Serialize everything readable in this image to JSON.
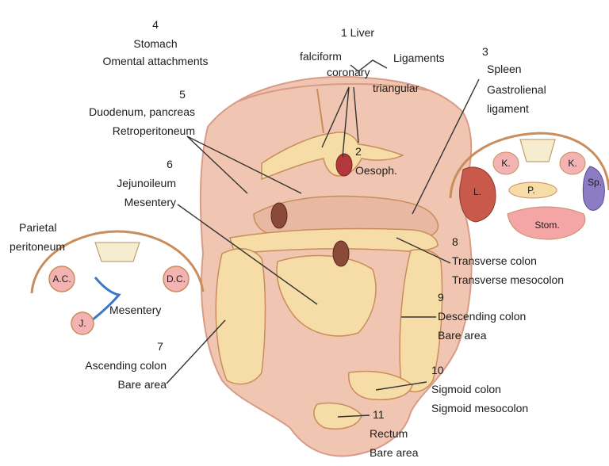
{
  "labels": {
    "n4": "4",
    "stomach": "Stomach",
    "omental": "Omental attachments",
    "liver": "1 Liver",
    "falciform": "falciform",
    "ligaments": "Ligaments",
    "coronary": "coronary",
    "triangular": "triangular",
    "n3": "3",
    "spleen": "Spleen",
    "gastrolienal": "Gastrolienal",
    "ligament": "ligament",
    "n5": "5",
    "duodenum": "Duodenum, pancreas",
    "retroperitoneum": "Retroperitoneum",
    "n2": "2",
    "oesoph": "Oesoph.",
    "n6": "6",
    "jejunoileum": "Jejunoileum",
    "mesentery_main": "Mesentery",
    "parietal": "Parietal",
    "peritoneum": "peritoneum",
    "ac": "A.C.",
    "dc": "D.C.",
    "j": "J.",
    "mesentery_inset": "Mesentery",
    "k_left": "K.",
    "k_right": "K.",
    "l": "L.",
    "p": "P.",
    "sp": "Sp.",
    "stom": "Stom.",
    "n8": "8",
    "transverse_colon": "Transverse colon",
    "transverse_mesocolon": "Transverse mesocolon",
    "n9": "9",
    "descending_colon": "Descending colon",
    "bare_area_9": "Bare area",
    "n7": "7",
    "ascending_colon": "Ascending colon",
    "bare_area_7": "Bare area",
    "n10": "10",
    "sigmoid_colon": "Sigmoid colon",
    "sigmoid_mesocolon": "Sigmoid mesocolon",
    "n11": "11",
    "rectum": "Rectum",
    "bare_area_11": "Bare area"
  },
  "colors": {
    "wall": "#f0c6b2",
    "wall_dark": "#d89c86",
    "peritoneum": "#f6dca6",
    "peritoneum_edge": "#c98d5c",
    "oesophagus": "#b2383b",
    "liver_inset": "#c9594a",
    "kidney": "#f3b3b3",
    "spleen": "#8b7cc4",
    "stomach_inset": "#f4a6a6",
    "vertebra": "#f6ecd0",
    "line": "#333333"
  }
}
